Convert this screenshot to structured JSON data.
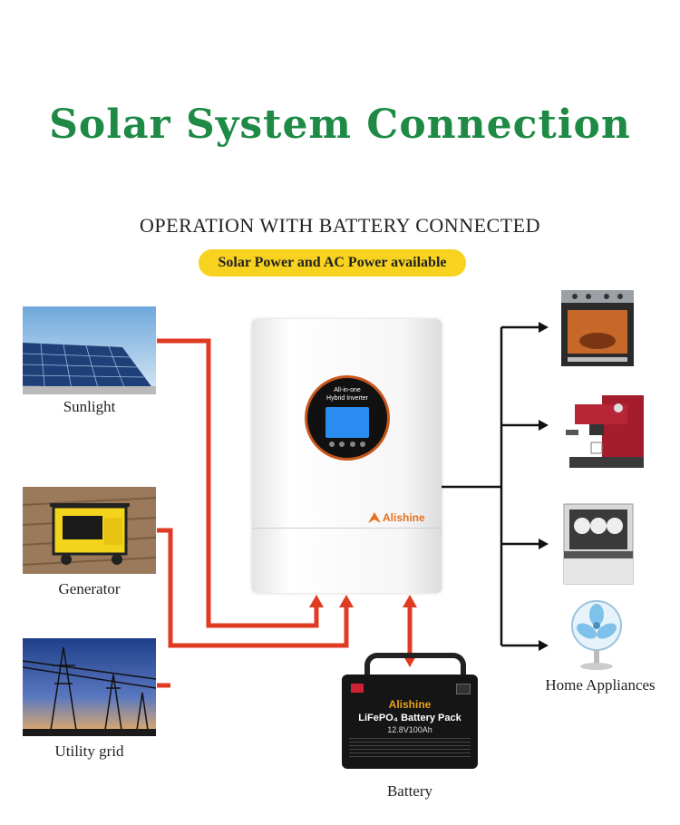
{
  "title": "Solar System Connection",
  "subtitle": "OPERATION WITH BATTERY CONNECTED",
  "badge": "Solar Power and AC Power available",
  "sources": {
    "sunlight": "Sunlight",
    "generator": "Generator",
    "utility_grid": "Utility grid"
  },
  "inverter": {
    "brand": "Alishine",
    "display_line1": "All-in-one",
    "display_line2": "Hybrid Inverter"
  },
  "battery": {
    "label": "Battery",
    "brand": "Alishine",
    "pack_title": "LiFePO₄ Battery Pack",
    "pack_spec": "12.8V100Ah"
  },
  "loads": {
    "label": "Home Appliances"
  },
  "colors": {
    "title_green": "#1e8a45",
    "badge_yellow": "#f7d21e",
    "wire_red": "#e03a22",
    "wire_black": "#111111"
  }
}
